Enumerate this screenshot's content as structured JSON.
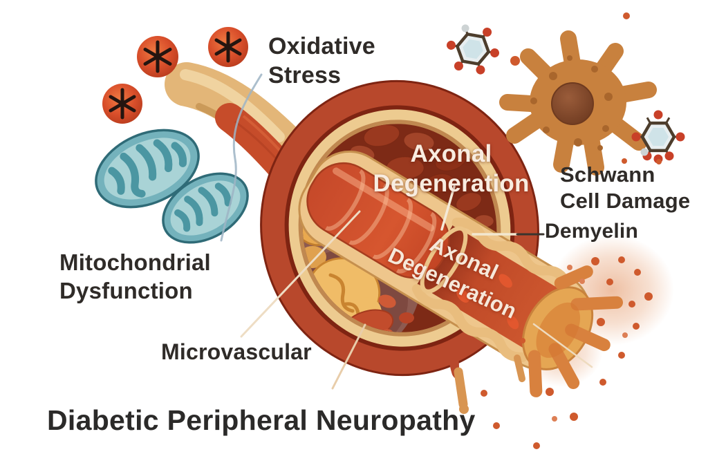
{
  "title": "Diabetic Peripheral Neuropathy",
  "labels": {
    "oxidative_stress": "Oxidative\nStress",
    "mitochondrial_dysfunction": "Mitochondrial\nDysfunction",
    "microvascular": "Microvascular",
    "axonal_degeneration_upper": "Axonal\nDegeneration",
    "axonal_degeneration_on_axon": "Axonal\nDegeneration",
    "schwann_cell_damage": "Schwann\nCell Damage",
    "demyelination": "Demyelin"
  },
  "illustration": {
    "free_radical_count": 3,
    "mitochondria_count": 2,
    "glucose_molecule_count": 2,
    "icons": [
      "free-radical-icon",
      "mitochondrion-icon",
      "glucose-molecule-icon",
      "schwann-cell-icon",
      "nerve-cross-section",
      "degenerating-axon",
      "watercolor-splash"
    ]
  },
  "colors": {
    "background_blue": "#c9dce9",
    "background_cream": "#f6f3ea",
    "nerve_ring_red": "#b8482c",
    "myelin_tan": "#eec68c",
    "interior_maroon": "#7d2a16",
    "mitochondria_teal": "#74b2bc",
    "free_radical_orange": "#d94f2b",
    "schwann_brown": "#c8813e",
    "label_dark": "#2f2b28",
    "label_light": "#f8ece0"
  }
}
